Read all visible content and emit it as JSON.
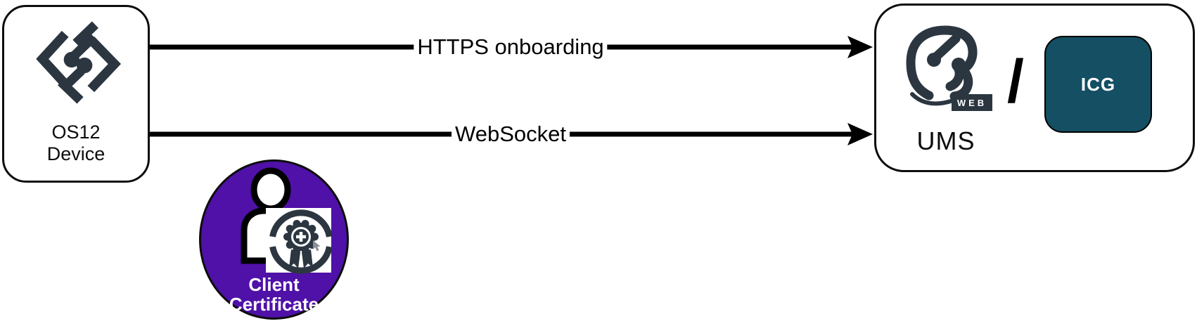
{
  "diagram": {
    "background": "#ffffff",
    "colors": {
      "logo_slate": "#2b3640",
      "icg_teal": "#144f63",
      "certificate_purple": "#4f11a7",
      "connector_black": "#000000"
    },
    "nodes": {
      "device": {
        "icon": "igel-os12-logo",
        "label_line1": "OS12",
        "label_line2": "Device"
      },
      "ums": {
        "icon": "igel-ums-web-logo",
        "web_badge": "WEB",
        "separator": "/",
        "icg_label": "ICG",
        "label": "UMS"
      },
      "client_certificate": {
        "icon": "person-with-certificate",
        "label_line1": "Client",
        "label_line2": "Certificate"
      }
    },
    "edges": [
      {
        "label": "HTTPS onboarding",
        "from": "device",
        "to": "ums"
      },
      {
        "label": "WebSocket",
        "from": "device",
        "to": "ums"
      }
    ]
  }
}
